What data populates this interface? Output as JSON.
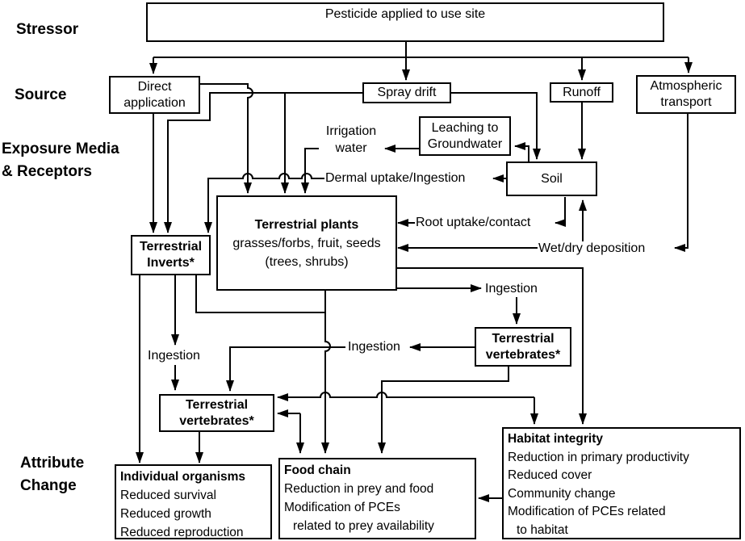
{
  "colors": {
    "background": "#ffffff",
    "line": "#000000",
    "text": "#000000",
    "box_fill": "#ffffff"
  },
  "side_labels": {
    "stressor": "Stressor",
    "source": "Source",
    "exposure_media_line1": "Exposure Media",
    "exposure_media_line2": "& Receptors",
    "attribute_change_line1": "Attribute",
    "attribute_change_line2": "Change"
  },
  "nodes": {
    "pesticide": "Pesticide applied to use site",
    "direct_application_line1": "Direct",
    "direct_application_line2": "application",
    "spray_drift": "Spray drift",
    "runoff": "Runoff",
    "atmospheric_line1": "Atmospheric",
    "atmospheric_line2": "transport",
    "leaching_line1": "Leaching to",
    "leaching_line2": "Groundwater",
    "soil": "Soil",
    "plants_title": "Terrestrial plants",
    "plants_line2": "grasses/forbs, fruit, seeds",
    "plants_line3": "(trees, shrubs)",
    "inverts_line1": "Terrestrial",
    "inverts_line2": "Inverts*",
    "vertebrates_right_line1": "Terrestrial",
    "vertebrates_right_line2": "vertebrates*",
    "vertebrates_left_line1": "Terrestrial",
    "vertebrates_left_line2": "vertebrates*"
  },
  "edge_labels": {
    "irrigation_line1": "Irrigation",
    "irrigation_line2": "water",
    "dermal": "Dermal uptake/Ingestion",
    "root_uptake": "Root uptake/contact",
    "wet_dry": "Wet/dry deposition",
    "ingestion_plants": "Ingestion",
    "ingestion_vertebrates": "Ingestion",
    "ingestion_inverts": "Ingestion"
  },
  "outcomes": {
    "individual_organisms": {
      "title": "Individual organisms",
      "line1": "Reduced survival",
      "line2": "Reduced growth",
      "line3": "Reduced reproduction"
    },
    "food_chain": {
      "title": "Food chain",
      "line1": "Reduction in prey and food",
      "line2": "Modification of PCEs",
      "line3": "related to prey availability"
    },
    "habitat_integrity": {
      "title": "Habitat integrity",
      "line1": "Reduction in primary productivity",
      "line2": "Reduced cover",
      "line3": "Community change",
      "line4": "Modification of PCEs related",
      "line5": "to habitat"
    }
  }
}
